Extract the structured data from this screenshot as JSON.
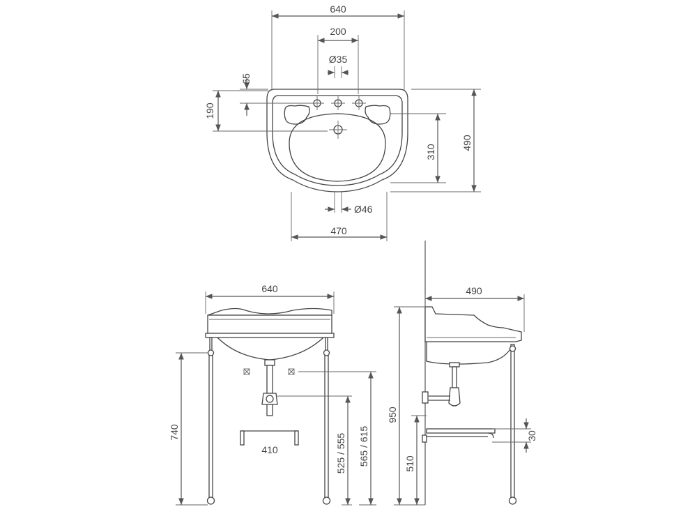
{
  "top_view": {
    "width_overall": "640",
    "tap_spacing": "200",
    "tap_hole": "Ø35",
    "rim_depth": "65",
    "tap_setback": "190",
    "bowl_depth": "310",
    "depth_overall": "490",
    "waste_hole": "Ø46",
    "width_back": "470"
  },
  "front_view": {
    "width": "640",
    "leg_height": "740",
    "waste_height": "525 / 555",
    "tap_height": "565 / 615",
    "towel_rail": "410"
  },
  "side_view": {
    "depth": "490",
    "total_height": "950",
    "rail_height": "510",
    "rail_thickness": "30"
  }
}
